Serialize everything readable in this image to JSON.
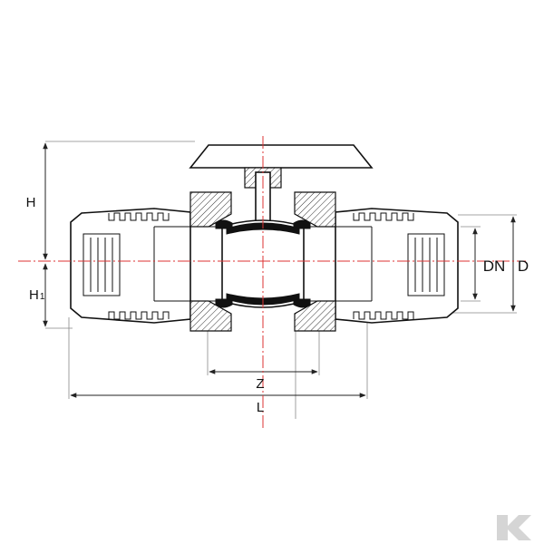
{
  "labels": {
    "h": "H",
    "h1": "H",
    "h1_sub": "1",
    "z": "Z",
    "l": "L",
    "dn": "DN",
    "d": "D"
  },
  "colors": {
    "centerline": "#dd3333",
    "linework": "#111111"
  }
}
